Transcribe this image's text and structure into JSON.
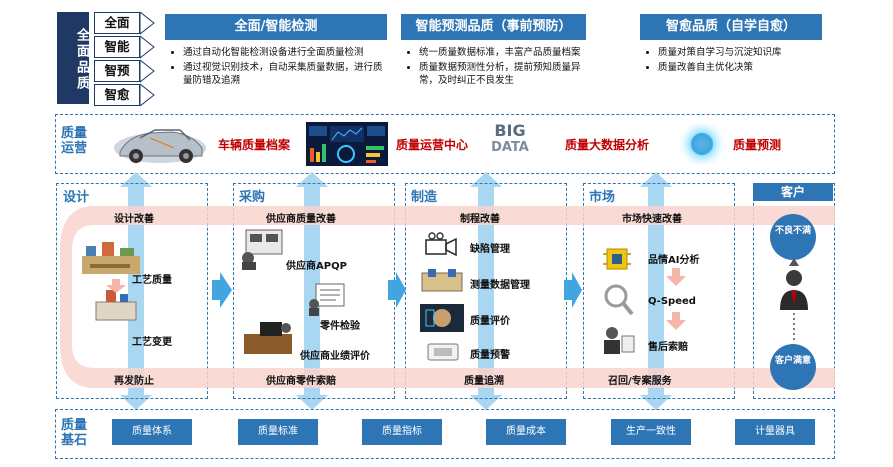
{
  "top": {
    "side_title": "全面品质",
    "tabs": [
      "全面",
      "智能",
      "智预",
      "智愈"
    ],
    "blocks": [
      {
        "title": "全面/智能检测",
        "bullets": [
          "通过自动化智能检测设备进行全面质量检测",
          "通过视觉识别技术，自动采集质量数据，进行质量防错及追溯"
        ]
      },
      {
        "title": "智能预测品质（事前预防）",
        "bullets": [
          "统一质量数据标准，丰富产品质量档案",
          "质量数据预测性分析，提前预知质量异常，及时纠正不良发生"
        ]
      },
      {
        "title": "智愈品质（自学自愈）",
        "bullets": [
          "质量对策自学习与沉淀知识库",
          "质量改善自主优化决策"
        ]
      }
    ]
  },
  "ops": {
    "label": "质量运营",
    "items": [
      "车辆质量档案",
      "质量运营中心",
      "质量大数据分析",
      "质量预测"
    ],
    "bigdata_word1": "BIG",
    "bigdata_word2": "DATA"
  },
  "stages": {
    "design": {
      "title": "设计",
      "top_band": "设计改善",
      "items": [
        "工艺质量",
        "工艺变更"
      ],
      "bottom_band": "再发防止"
    },
    "purchase": {
      "title": "采购",
      "top_band": "供应商质量改善",
      "items": [
        "供应商APQP",
        "零件检验",
        "供应商业绩评价"
      ],
      "bottom_band": "供应商零件索赔"
    },
    "manufacture": {
      "title": "制造",
      "top_band": "制程改善",
      "items": [
        "缺陷管理",
        "测量数据管理",
        "质量评价",
        "质量预警"
      ],
      "bottom_band": "质量追溯"
    },
    "market": {
      "title": "市场",
      "top_band": "市场快速改善",
      "items": [
        "品情AI分析",
        "Q-Speed",
        "售后索赔"
      ],
      "bottom_band": "召回/专案服务"
    },
    "customer": {
      "title": "客户",
      "top_circle": "不良不满",
      "bottom_circle": "客户满意"
    }
  },
  "foundation": {
    "label": "质量基石",
    "items": [
      "质量体系",
      "质量标准",
      "质量指标",
      "质量成本",
      "生产一致性",
      "计量器具"
    ]
  },
  "colors": {
    "navy": "#1f3864",
    "accent_blue": "#2e75b6",
    "red": "#c00000",
    "pink_band": "#f8d3cd",
    "light_arrow": "#9fd0ef"
  }
}
